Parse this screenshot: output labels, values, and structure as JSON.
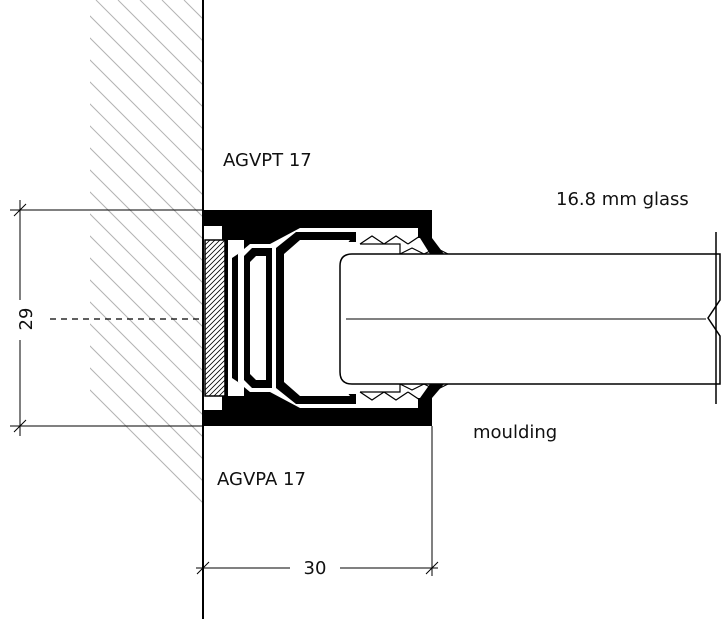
{
  "labels": {
    "top_profile": "AGVPT 17",
    "bottom_profile": "AGVPA 17",
    "glass": "16.8 mm glass",
    "moulding": "moulding"
  },
  "dimensions": {
    "height": "29",
    "depth": "30"
  },
  "colors": {
    "ink": "#000000",
    "hatch": "#b4b4b4"
  }
}
